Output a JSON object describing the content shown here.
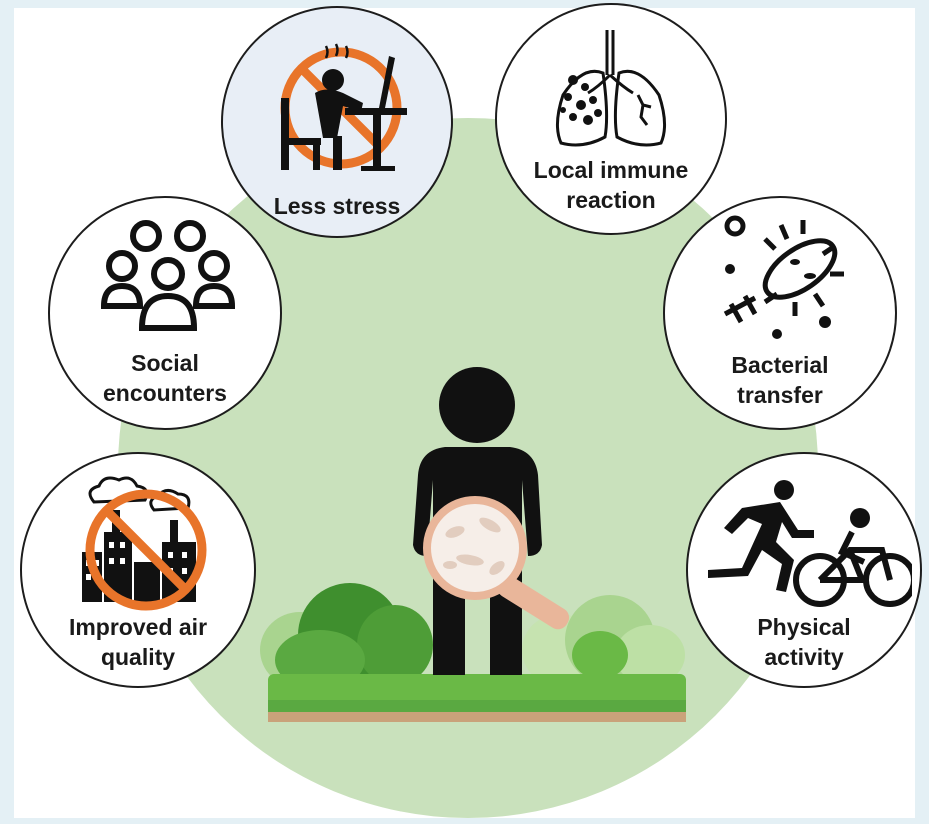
{
  "benefits": [
    {
      "id": "less-stress",
      "label": "Less stress"
    },
    {
      "id": "immune",
      "label": "Local immune\nreaction"
    },
    {
      "id": "social",
      "label": "Social\nencounters"
    },
    {
      "id": "bacterial",
      "label": "Bacterial\ntransfer"
    },
    {
      "id": "air",
      "label": "Improved air\nquality"
    },
    {
      "id": "physical",
      "label": "Physical\nactivity"
    }
  ],
  "icons": [
    "stressed-person-at-desk-icon",
    "lungs-icon",
    "group-of-people-icon",
    "bacteria-icon",
    "no-factory-pollution-icon",
    "running-and-cycling-icon",
    "person-silhouette-icon",
    "magnifying-glass-icon",
    "bushes-icon"
  ],
  "colors": {
    "background": "#e4f0f5",
    "green_circle": "#c9e1bc",
    "prohibition_orange": "#e8742a",
    "grass": "#6ab946",
    "soil": "#c9a27a",
    "bush_dark": "#3f8f2e",
    "bush_light": "#a9d48f",
    "magnifier_rim": "#e9b69a"
  }
}
